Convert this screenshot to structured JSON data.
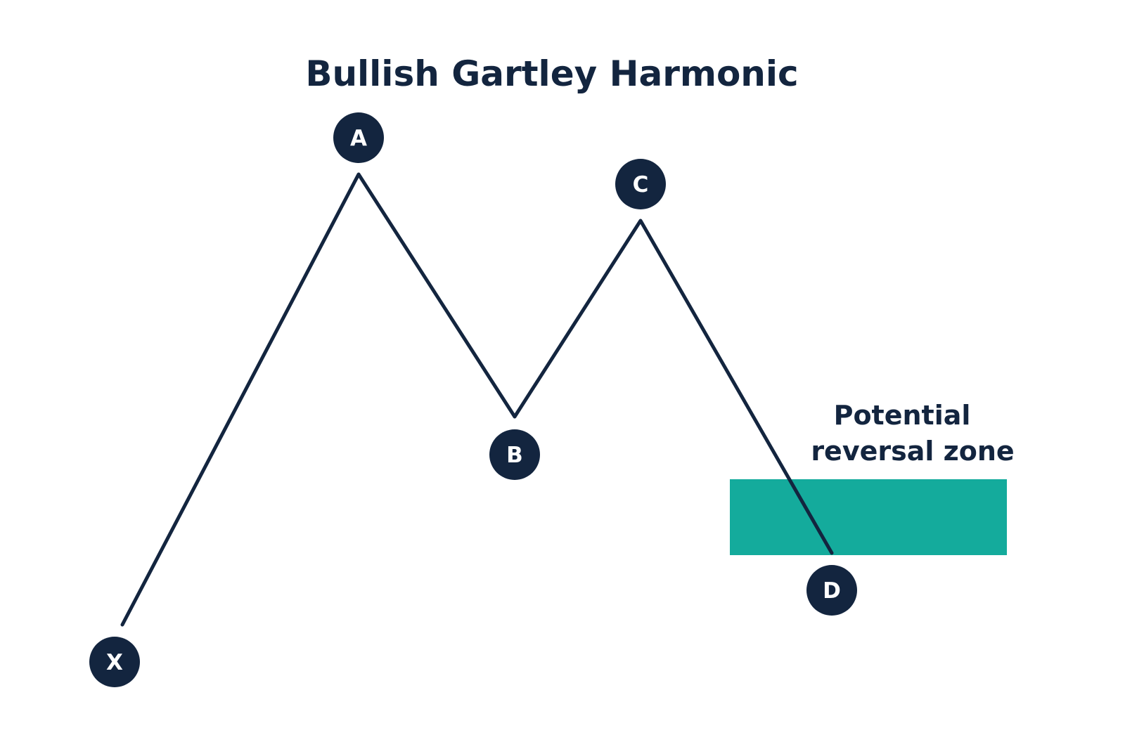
{
  "title": "Bullish Gartley Harmonic",
  "zone": {
    "label_line1": "Potential",
    "label_line2": "reversal zone"
  },
  "points": [
    {
      "id": "x",
      "label": "X"
    },
    {
      "id": "a",
      "label": "A"
    },
    {
      "id": "b",
      "label": "B"
    },
    {
      "id": "c",
      "label": "C"
    },
    {
      "id": "d",
      "label": "D"
    }
  ],
  "colors": {
    "background": "#ffffff",
    "line": "#13253f",
    "marker": "#13253f",
    "marker_text": "#ffffff",
    "zone": "#14ab9c",
    "text": "#13253f"
  }
}
